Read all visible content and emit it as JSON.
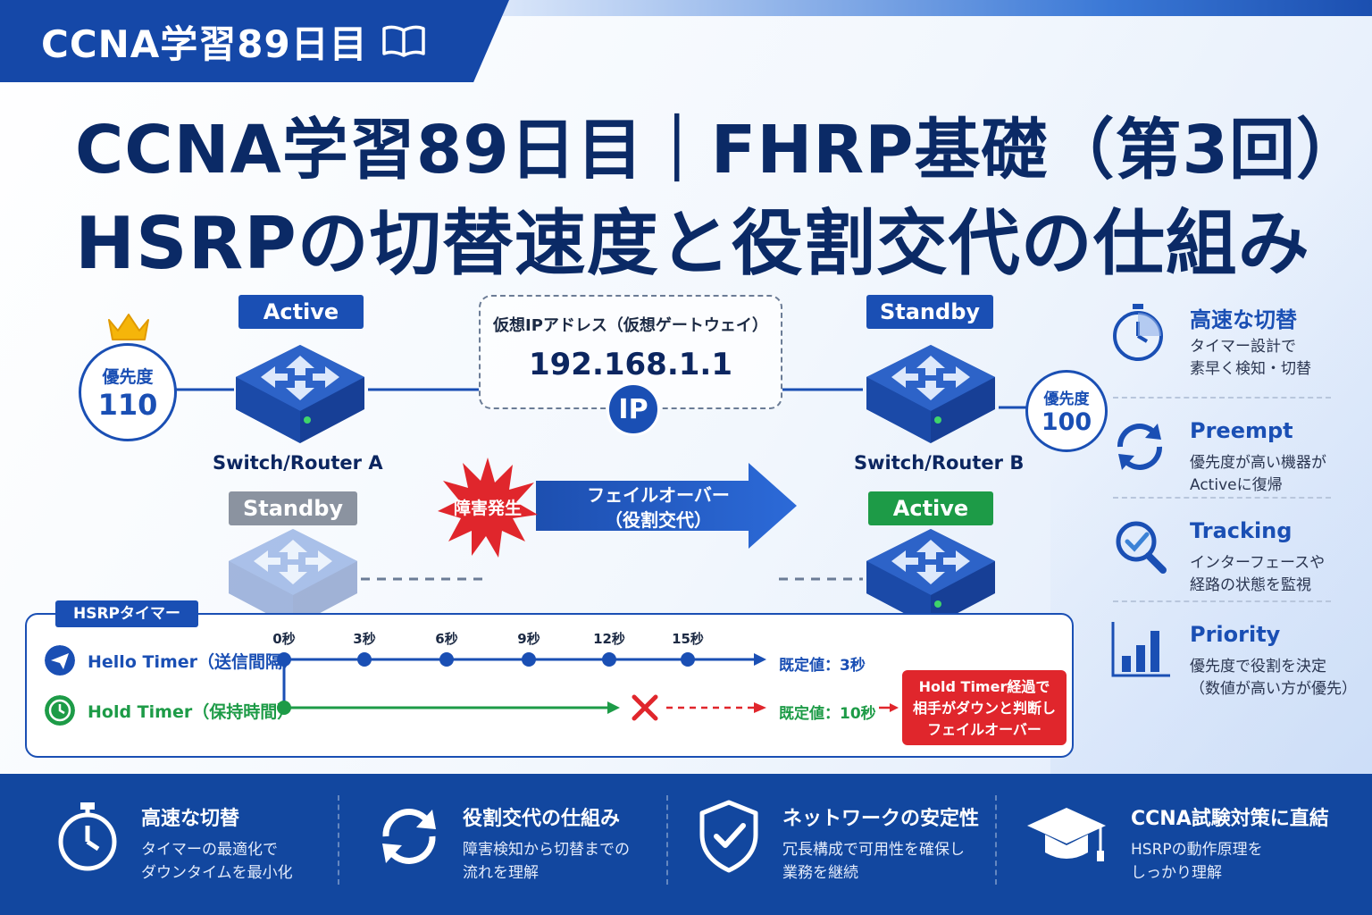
{
  "header": {
    "tag": "CCNA学習89日目",
    "title_line1": "CCNA学習89日目｜FHRP基礎（第3回）",
    "title_line2": "HSRPの切替速度と役割交代の仕組み"
  },
  "diagram": {
    "router_a": {
      "role": "Active",
      "label": "Switch/Router A",
      "priority_label": "優先度",
      "priority": "110",
      "after_role": "Standby"
    },
    "router_b": {
      "role": "Standby",
      "label": "Switch/Router B",
      "priority_label": "優先度",
      "priority": "100",
      "after_role": "Active"
    },
    "virtual_ip": {
      "label": "仮想IPアドレス（仮想ゲートウェイ）",
      "address": "192.168.1.1",
      "badge": "IP"
    },
    "failure": "障害発生",
    "failover": {
      "line1": "フェイルオーバー",
      "line2": "（役割交代）"
    }
  },
  "features": [
    {
      "title": "高速な切替",
      "desc1": "タイマー設計で",
      "desc2": "素早く検知・切替",
      "icon": "stopwatch-icon"
    },
    {
      "title": "Preempt",
      "desc1": "優先度が高い機器が",
      "desc2": "Activeに復帰",
      "icon": "refresh-icon"
    },
    {
      "title": "Tracking",
      "desc1": "インターフェースや",
      "desc2": "経路の状態を監視",
      "icon": "magnifier-check-icon"
    },
    {
      "title": "Priority",
      "desc1": "優先度で役割を決定",
      "desc2": "（数値が高い方が優先）",
      "icon": "bar-chart-icon"
    }
  ],
  "timers": {
    "tag": "HSRPタイマー",
    "hello": {
      "label": "Hello Timer（送信間隔）",
      "default": "既定値：3秒"
    },
    "hold": {
      "label": "Hold Timer（保持時間）",
      "default": "既定値：10秒"
    },
    "ticks": [
      "0秒",
      "3秒",
      "6秒",
      "9秒",
      "12秒",
      "15秒"
    ],
    "result": {
      "line1": "Hold Timer経過で",
      "line2": "相手がダウンと判断し",
      "line3": "フェイルオーバー"
    }
  },
  "footer": [
    {
      "title": "高速な切替",
      "desc1": "タイマーの最適化で",
      "desc2": "ダウンタイムを最小化",
      "icon": "stopwatch-icon"
    },
    {
      "title": "役割交代の仕組み",
      "desc1": "障害検知から切替までの",
      "desc2": "流れを理解",
      "icon": "refresh-icon"
    },
    {
      "title": "ネットワークの安定性",
      "desc1": "冗長構成で可用性を確保し",
      "desc2": "業務を継続",
      "icon": "shield-check-icon"
    },
    {
      "title": "CCNA試験対策に直結",
      "desc1": "HSRPの動作原理を",
      "desc2": "しっかり理解",
      "icon": "graduation-cap-icon"
    }
  ],
  "colors": {
    "primary": "#1a4fb4",
    "navy": "#0b2a66",
    "green": "#1d9b47",
    "red": "#e0262c",
    "gray": "#8b93a0"
  }
}
